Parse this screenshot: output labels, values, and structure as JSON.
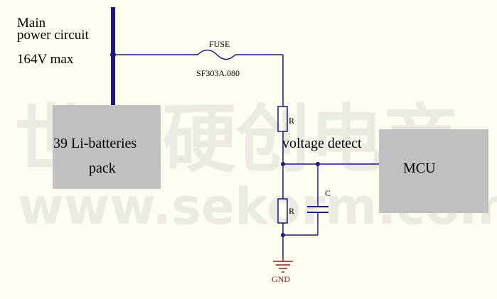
{
  "main_label_line1": "Main",
  "main_label_line2": "power circuit",
  "max_voltage": "164V max",
  "battery_line1": "39 Li-batteries",
  "battery_line2": "pack",
  "fuse_label": "FUSE",
  "fuse_part": "SF303A.080",
  "resistor_top_label": "R",
  "resistor_bottom_label": "R",
  "capacitor_label": "C",
  "voltage_detect_label": "voltage detect",
  "mcu_label": "MCU",
  "ground_label": "GND",
  "watermark_cn": "世强硬创电商",
  "watermark_url": "www.sekorm.com",
  "colors": {
    "wire": "#1a1a80",
    "block": "#c0c0c0",
    "ground": "#9b1c1c",
    "background": "#fffef0"
  }
}
